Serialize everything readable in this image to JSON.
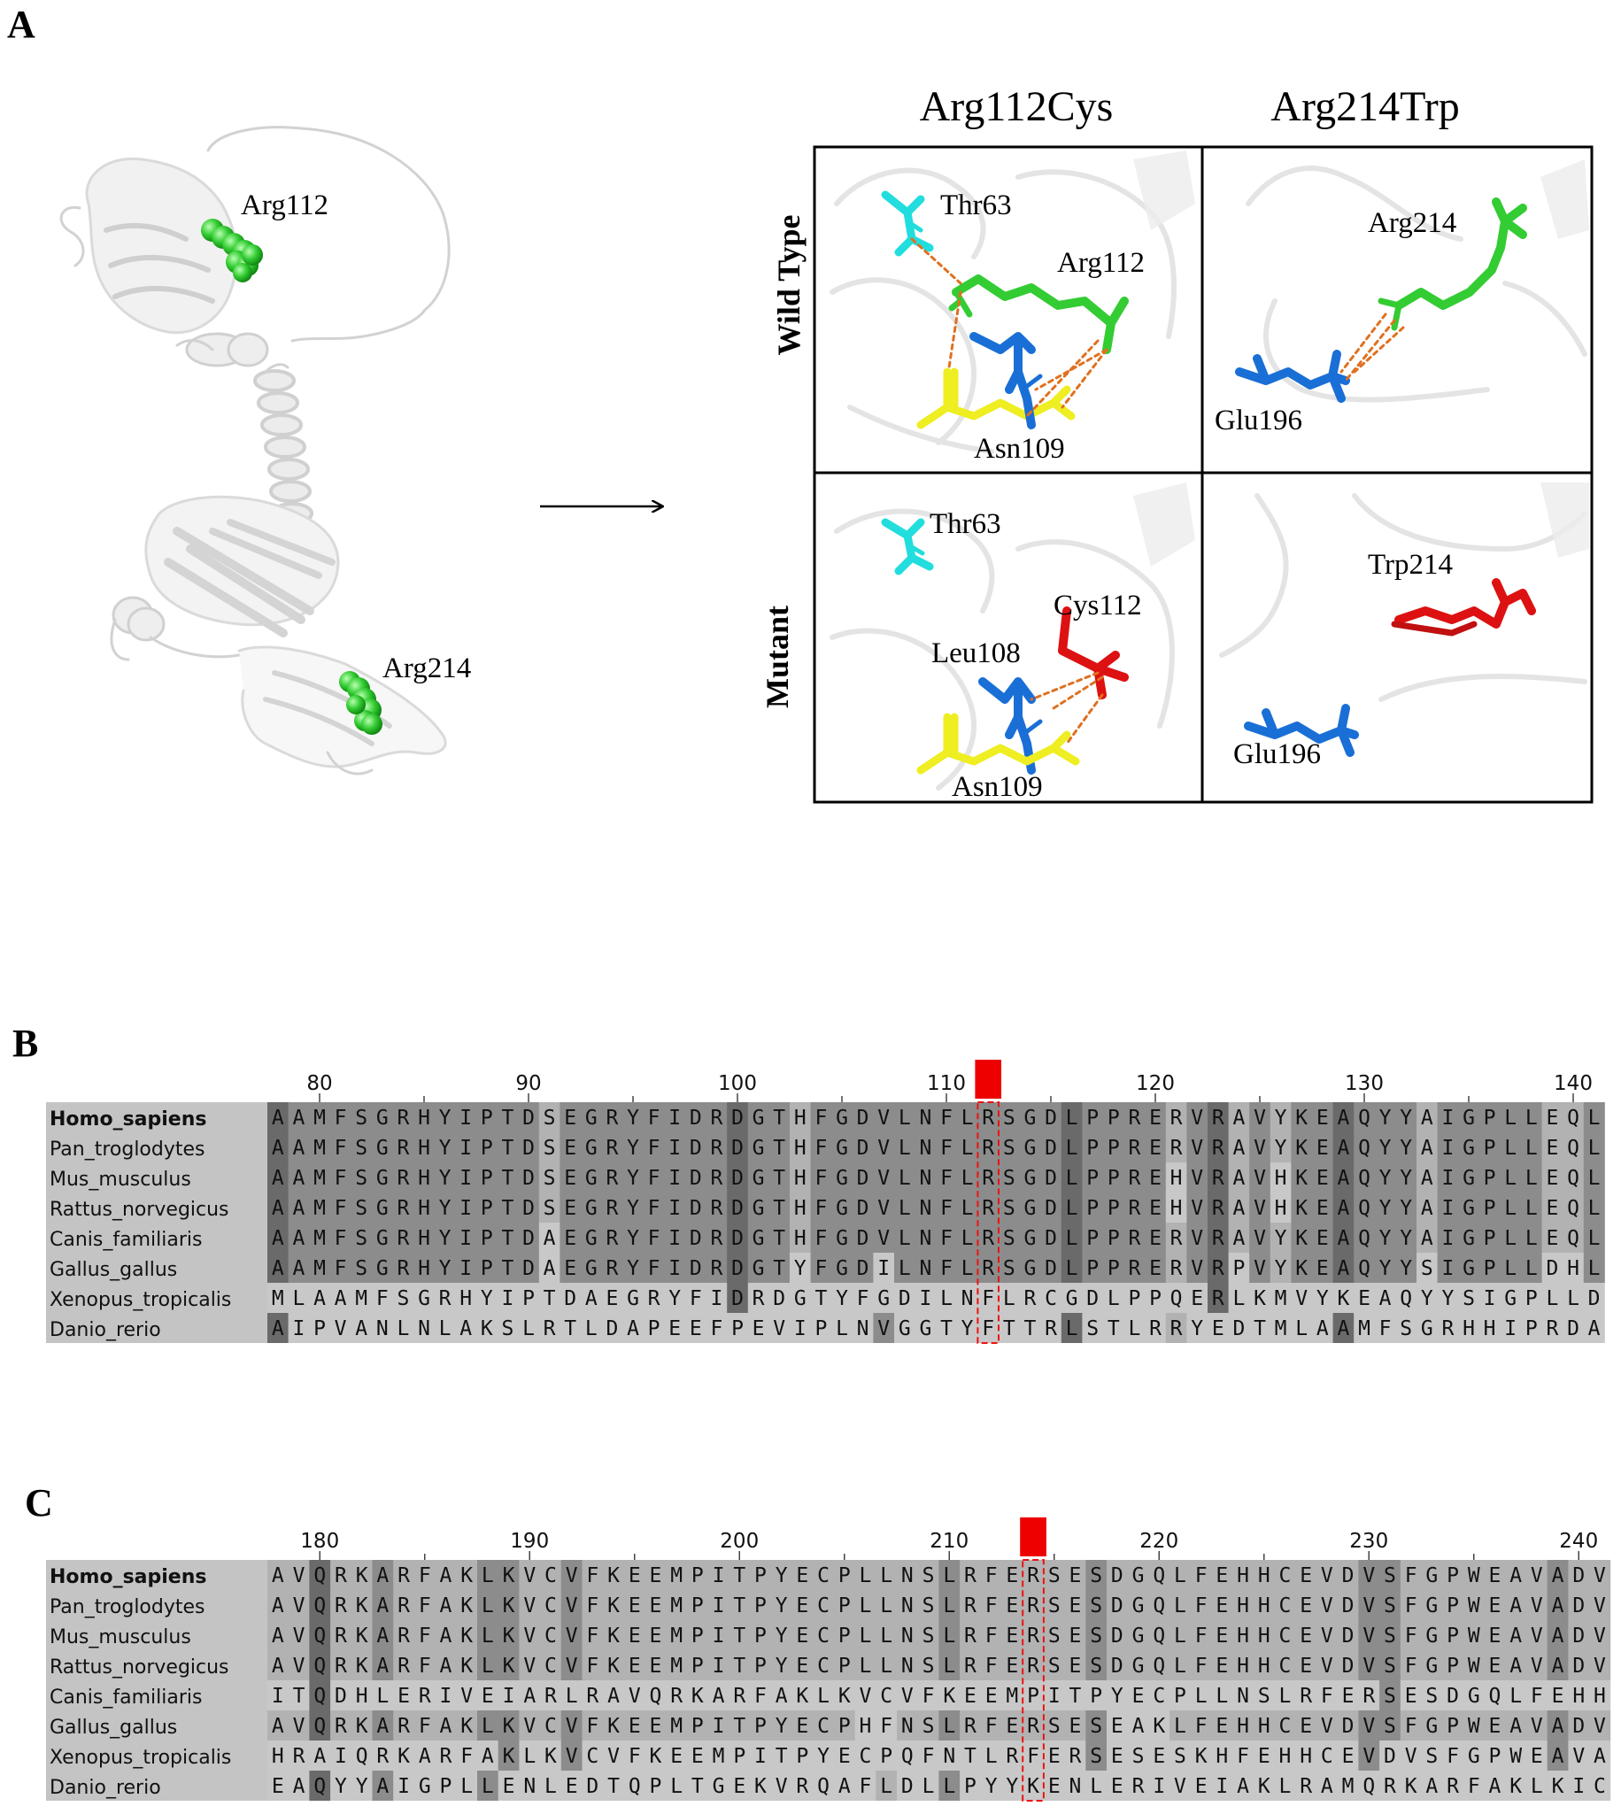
{
  "panels": {
    "a": {
      "letter": "A",
      "structure_labels": [
        "Arg112",
        "Arg214"
      ],
      "columns": [
        "Arg112Cys",
        "Arg214Trp"
      ],
      "rows": [
        "Wild Type",
        "Mutant"
      ],
      "cells": {
        "wt_arg112": [
          "Thr63",
          "Arg112",
          "Asn109"
        ],
        "wt_arg214": [
          "Arg214",
          "Glu196"
        ],
        "mut_cys112": [
          "Thr63",
          "Cys112",
          "Leu108",
          "Asn109"
        ],
        "mut_trp214": [
          "Trp214",
          "Glu196"
        ]
      },
      "colors": {
        "green": "#33cc33",
        "cyan": "#22dddd",
        "blue": "#1a6fd6",
        "yellow": "#eeee22",
        "red": "#dd1111",
        "hbond": "#e07020"
      }
    },
    "b": {
      "letter": "B",
      "ticks": [
        {
          "label": "80",
          "col": 2
        },
        {
          "label": "90",
          "col": 12
        },
        {
          "label": "100",
          "col": 22
        },
        {
          "label": "110",
          "col": 32
        },
        {
          "label": "120",
          "col": 42
        },
        {
          "label": "130",
          "col": 52
        },
        {
          "label": "140",
          "col": 62
        }
      ],
      "highlight_col": 34,
      "species": [
        "Homo_sapiens",
        "Pan_troglodytes",
        "Mus_musculus",
        "Rattus_norvegicus",
        "Canis_familiaris",
        "Gallus_gallus",
        "Xenopus_tropicalis",
        "Danio_rerio"
      ],
      "sequences": [
        "AAMFSGRHYIPTDSEGRYFIDRDGTHFGDVLNFLRSGDLPPRERVRAVYKEAQYYAIGPLLEQL",
        "AAMFSGRHYIPTDSEGRYFIDRDGTHFGDVLNFLRSGDLPPRERVRAVYKEAQYYAIGPLLEQL",
        "AAMFSGRHYIPTDSEGRYFIDRDGTHFGDVLNFLRSGDLPPREHVRAVHKEAQYYAIGPLLEQL",
        "AAMFSGRHYIPTDSEGRYFIDRDGTHFGDVLNFLRSGDLPPREHVRAVHKEAQYYAIGPLLEQL",
        "AAMFSGRHYIPTDAEGRYFIDRDGTHFGDVLNFLRSGDLPPRERVRAVYKEAQYYAIGPLLEQL",
        "AAMFSGRHYIPTDAEGRYFIDRDGTYFGDILNFLRSGDLPPRERVRPVYKEAQYYSIGPLLDHL",
        "MLAAMFSGRHYIPTDAEGRYFIDRDGTYFGDILNFLRCGDLPPQERLKMVYKEAQYYSIGPLLD",
        "AIPVANLNLAKSLRTLDAPEEFPEVIPLNVGGTYFTTRLSTLRRYEDTMLAAMFSGRHHIPRDA"
      ]
    },
    "c": {
      "letter": "C",
      "ticks": [
        {
          "label": "180",
          "col": 2
        },
        {
          "label": "190",
          "col": 12
        },
        {
          "label": "200",
          "col": 22
        },
        {
          "label": "210",
          "col": 32
        },
        {
          "label": "220",
          "col": 42
        },
        {
          "label": "230",
          "col": 52
        },
        {
          "label": "240",
          "col": 62
        }
      ],
      "highlight_col": 36,
      "species": [
        "Homo_sapiens",
        "Pan_troglodytes",
        "Mus_musculus",
        "Rattus_norvegicus",
        "Canis_familiaris",
        "Gallus_gallus",
        "Xenopus_tropicalis",
        "Danio_rerio"
      ],
      "sequences": [
        "AVQRKARFAKLKVCVFKEEMPITPYECPLLNSLRFERSESDGQLFEHHCEVDVSFGPWEAVADV",
        "AVQRKARFAKLKVCVFKEEMPITPYECPLLNSLRFERSESDGQLFEHHCEVDVSFGPWEAVADV",
        "AVQRKARFAKLKVCVFKEEMPITPYECPLLNSLRFERSESDGQLFEHHCEVDVSFGPWEAVADV",
        "AVQRKARFAKLKVCVFKEEMPITPYECPLLNSLRFERSESDGQLFEHHCEVDVSFGPWEAVADV",
        "ITQDHLERIVEIARLRAVQRKARFAKLKVCVFKEEMPITPYECPLLNSLRFERSESDGQLFEHH",
        "AVQRKARFAKLKVCVFKEEMPITPYECPHFNSLRFERSESEAKLFEHHCEVDVSFGPWEAVADV",
        "HRAIQRKARFAKLKVCVFKEEMPITPYECPQFNTLRFERSESESKHFEHHCEVDVSFGPWEAVA",
        "EAQYYAIGPLLENLEDTQPLTGEKVRQAFLDLLPYYKENLERIVEIAKLRAMQRKARFAKLKIC"
      ]
    }
  }
}
